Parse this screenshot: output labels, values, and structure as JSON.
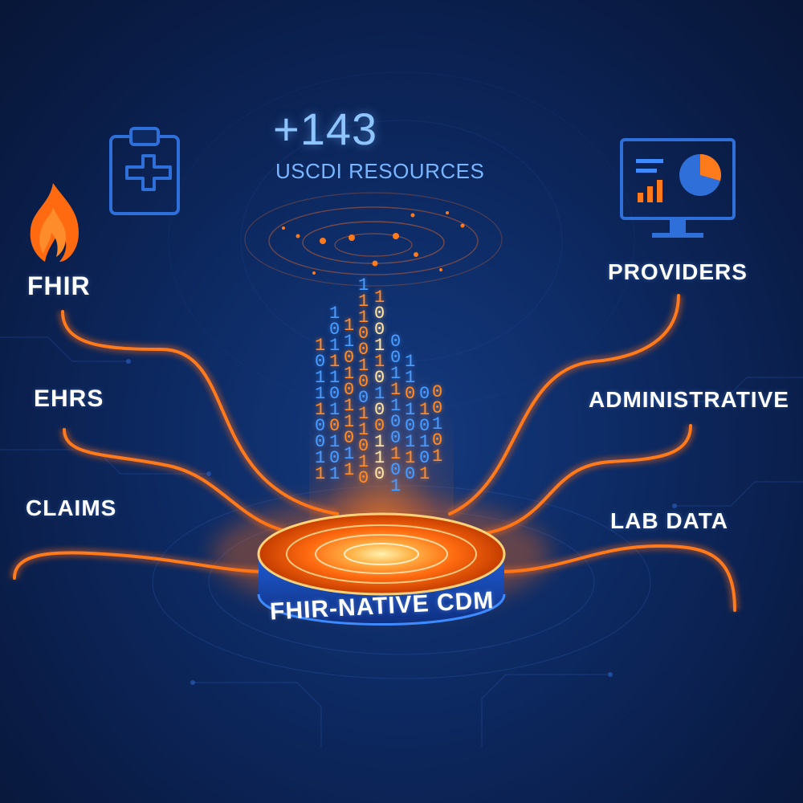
{
  "headline": {
    "value": "+143",
    "caption": "USCDI RESOURCES"
  },
  "sources": [
    {
      "label": "FHIR",
      "icon": "flame-icon"
    },
    {
      "label": "EHRS"
    },
    {
      "label": "CLAIMS"
    }
  ],
  "destinations": [
    {
      "label": "PROVIDERS",
      "icon": "dashboard-monitor-icon"
    },
    {
      "label": "ADMINISTRATIVE"
    },
    {
      "label": "LAB DATA"
    }
  ],
  "hub": {
    "label": "FHIR-NATIVE CDM"
  },
  "icons": {
    "clipboard": "medical-clipboard-icon",
    "flame": "flame-icon",
    "monitor": "dashboard-monitor-icon"
  },
  "colors": {
    "background": "#0b1f4a",
    "accent_orange": "#ff7a1a",
    "accent_blue": "#3d8bff",
    "text": "#ffffff"
  }
}
